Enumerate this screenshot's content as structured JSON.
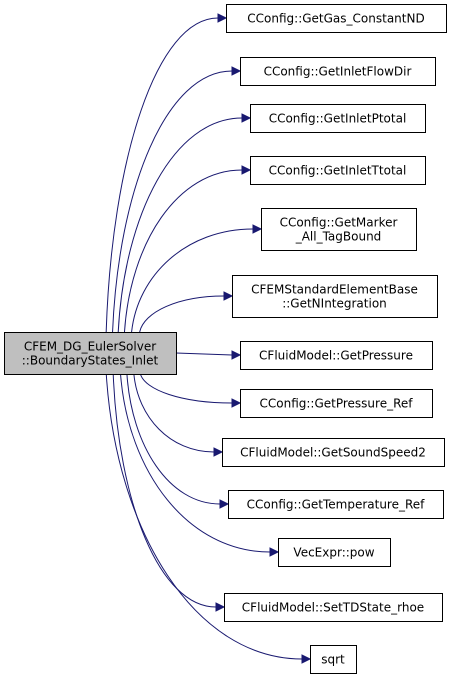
{
  "graph": {
    "edge_color": "#191970",
    "root_fill": "#bfbfbf",
    "root": {
      "lines": [
        "CFEM_DG_EulerSolver",
        "::BoundaryStates_Inlet"
      ]
    },
    "callees": [
      {
        "id": "get-gas-constant-nd",
        "lines": [
          "CConfig::GetGas_ConstantND"
        ]
      },
      {
        "id": "get-inlet-flow-dir",
        "lines": [
          "CConfig::GetInletFlowDir"
        ]
      },
      {
        "id": "get-inlet-ptotal",
        "lines": [
          "CConfig::GetInletPtotal"
        ]
      },
      {
        "id": "get-inlet-ttotal",
        "lines": [
          "CConfig::GetInletTtotal"
        ]
      },
      {
        "id": "get-marker-all-tagbound",
        "lines": [
          "CConfig::GetMarker",
          "_All_TagBound"
        ]
      },
      {
        "id": "get-n-integration",
        "lines": [
          "CFEMStandardElementBase",
          "::GetNIntegration"
        ]
      },
      {
        "id": "get-pressure",
        "lines": [
          "CFluidModel::GetPressure"
        ]
      },
      {
        "id": "get-pressure-ref",
        "lines": [
          "CConfig::GetPressure_Ref"
        ]
      },
      {
        "id": "get-sound-speed2",
        "lines": [
          "CFluidModel::GetSoundSpeed2"
        ]
      },
      {
        "id": "get-temperature-ref",
        "lines": [
          "CConfig::GetTemperature_Ref"
        ]
      },
      {
        "id": "vecexpr-pow",
        "lines": [
          "VecExpr::pow"
        ]
      },
      {
        "id": "set-td-state-rhoe",
        "lines": [
          "CFluidModel::SetTDState_rhoe"
        ]
      },
      {
        "id": "sqrt",
        "lines": [
          "sqrt"
        ]
      }
    ]
  }
}
